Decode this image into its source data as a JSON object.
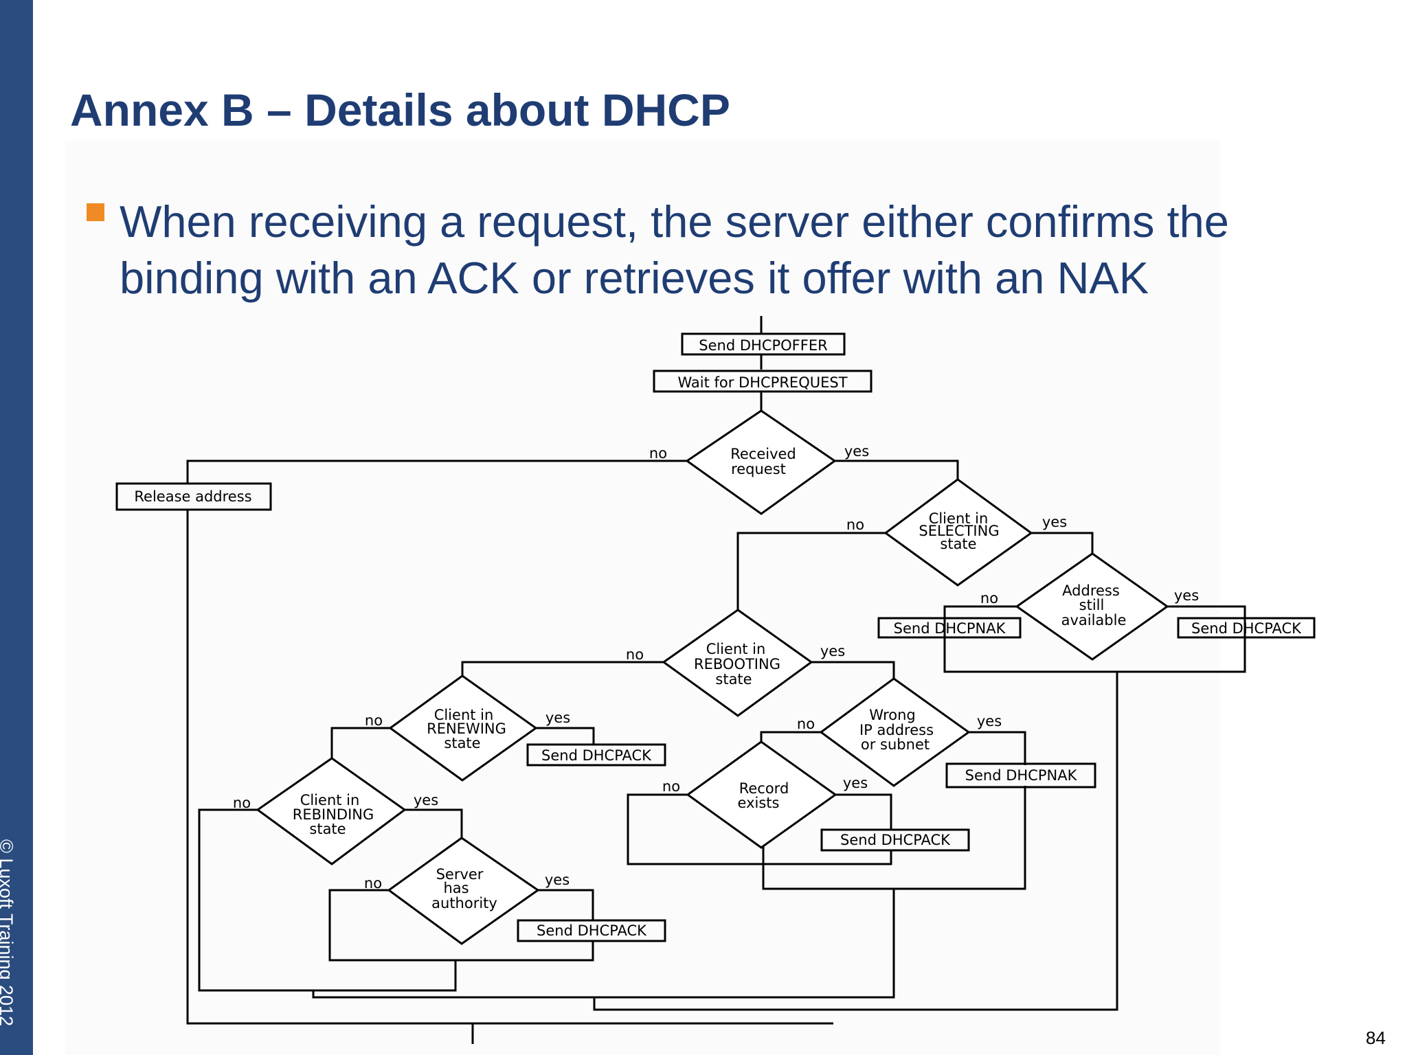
{
  "sidebar": {
    "footer": "© Luxoft Training 2012"
  },
  "slide": {
    "title": "Annex B – Details about DHCP",
    "bullet": "When receiving a request, the server either confirms the binding with an ACK or retrieves it offer with an NAK",
    "page_number": "84"
  },
  "colors": {
    "sidebar": "#2b4c7e",
    "title": "#1f3d73",
    "bullet_marker": "#f08a24"
  },
  "flowchart": {
    "boxes": {
      "send_offer": "Send DHCPOFFER",
      "wait_request": "Wait for DHCPREQUEST",
      "release_address": "Release address",
      "send_nak_selecting": "Send DHCPNAK",
      "send_ack_selecting": "Send DHCPACK",
      "send_ack_renewing": "Send DHCPACK",
      "send_nak_wrong_ip": "Send DHCPNAK",
      "send_ack_record": "Send DHCPACK",
      "send_ack_authority": "Send DHCPACK"
    },
    "decisions": {
      "received_request": [
        "Received",
        "request"
      ],
      "client_selecting": [
        "Client in",
        "SELECTING",
        "state"
      ],
      "address_available": [
        "Address",
        "still",
        "available"
      ],
      "client_rebooting": [
        "Client in",
        "REBOOTING",
        "state"
      ],
      "client_renewing": [
        "Client in",
        "RENEWING",
        "state"
      ],
      "wrong_ip": [
        "Wrong",
        "IP address",
        "or subnet"
      ],
      "record_exists": [
        "Record",
        "exists"
      ],
      "client_rebinding": [
        "Client in",
        "REBINDING",
        "state"
      ],
      "server_authority": [
        "Server",
        "has",
        "authority"
      ]
    },
    "labels": {
      "yes": "yes",
      "no": "no"
    }
  }
}
